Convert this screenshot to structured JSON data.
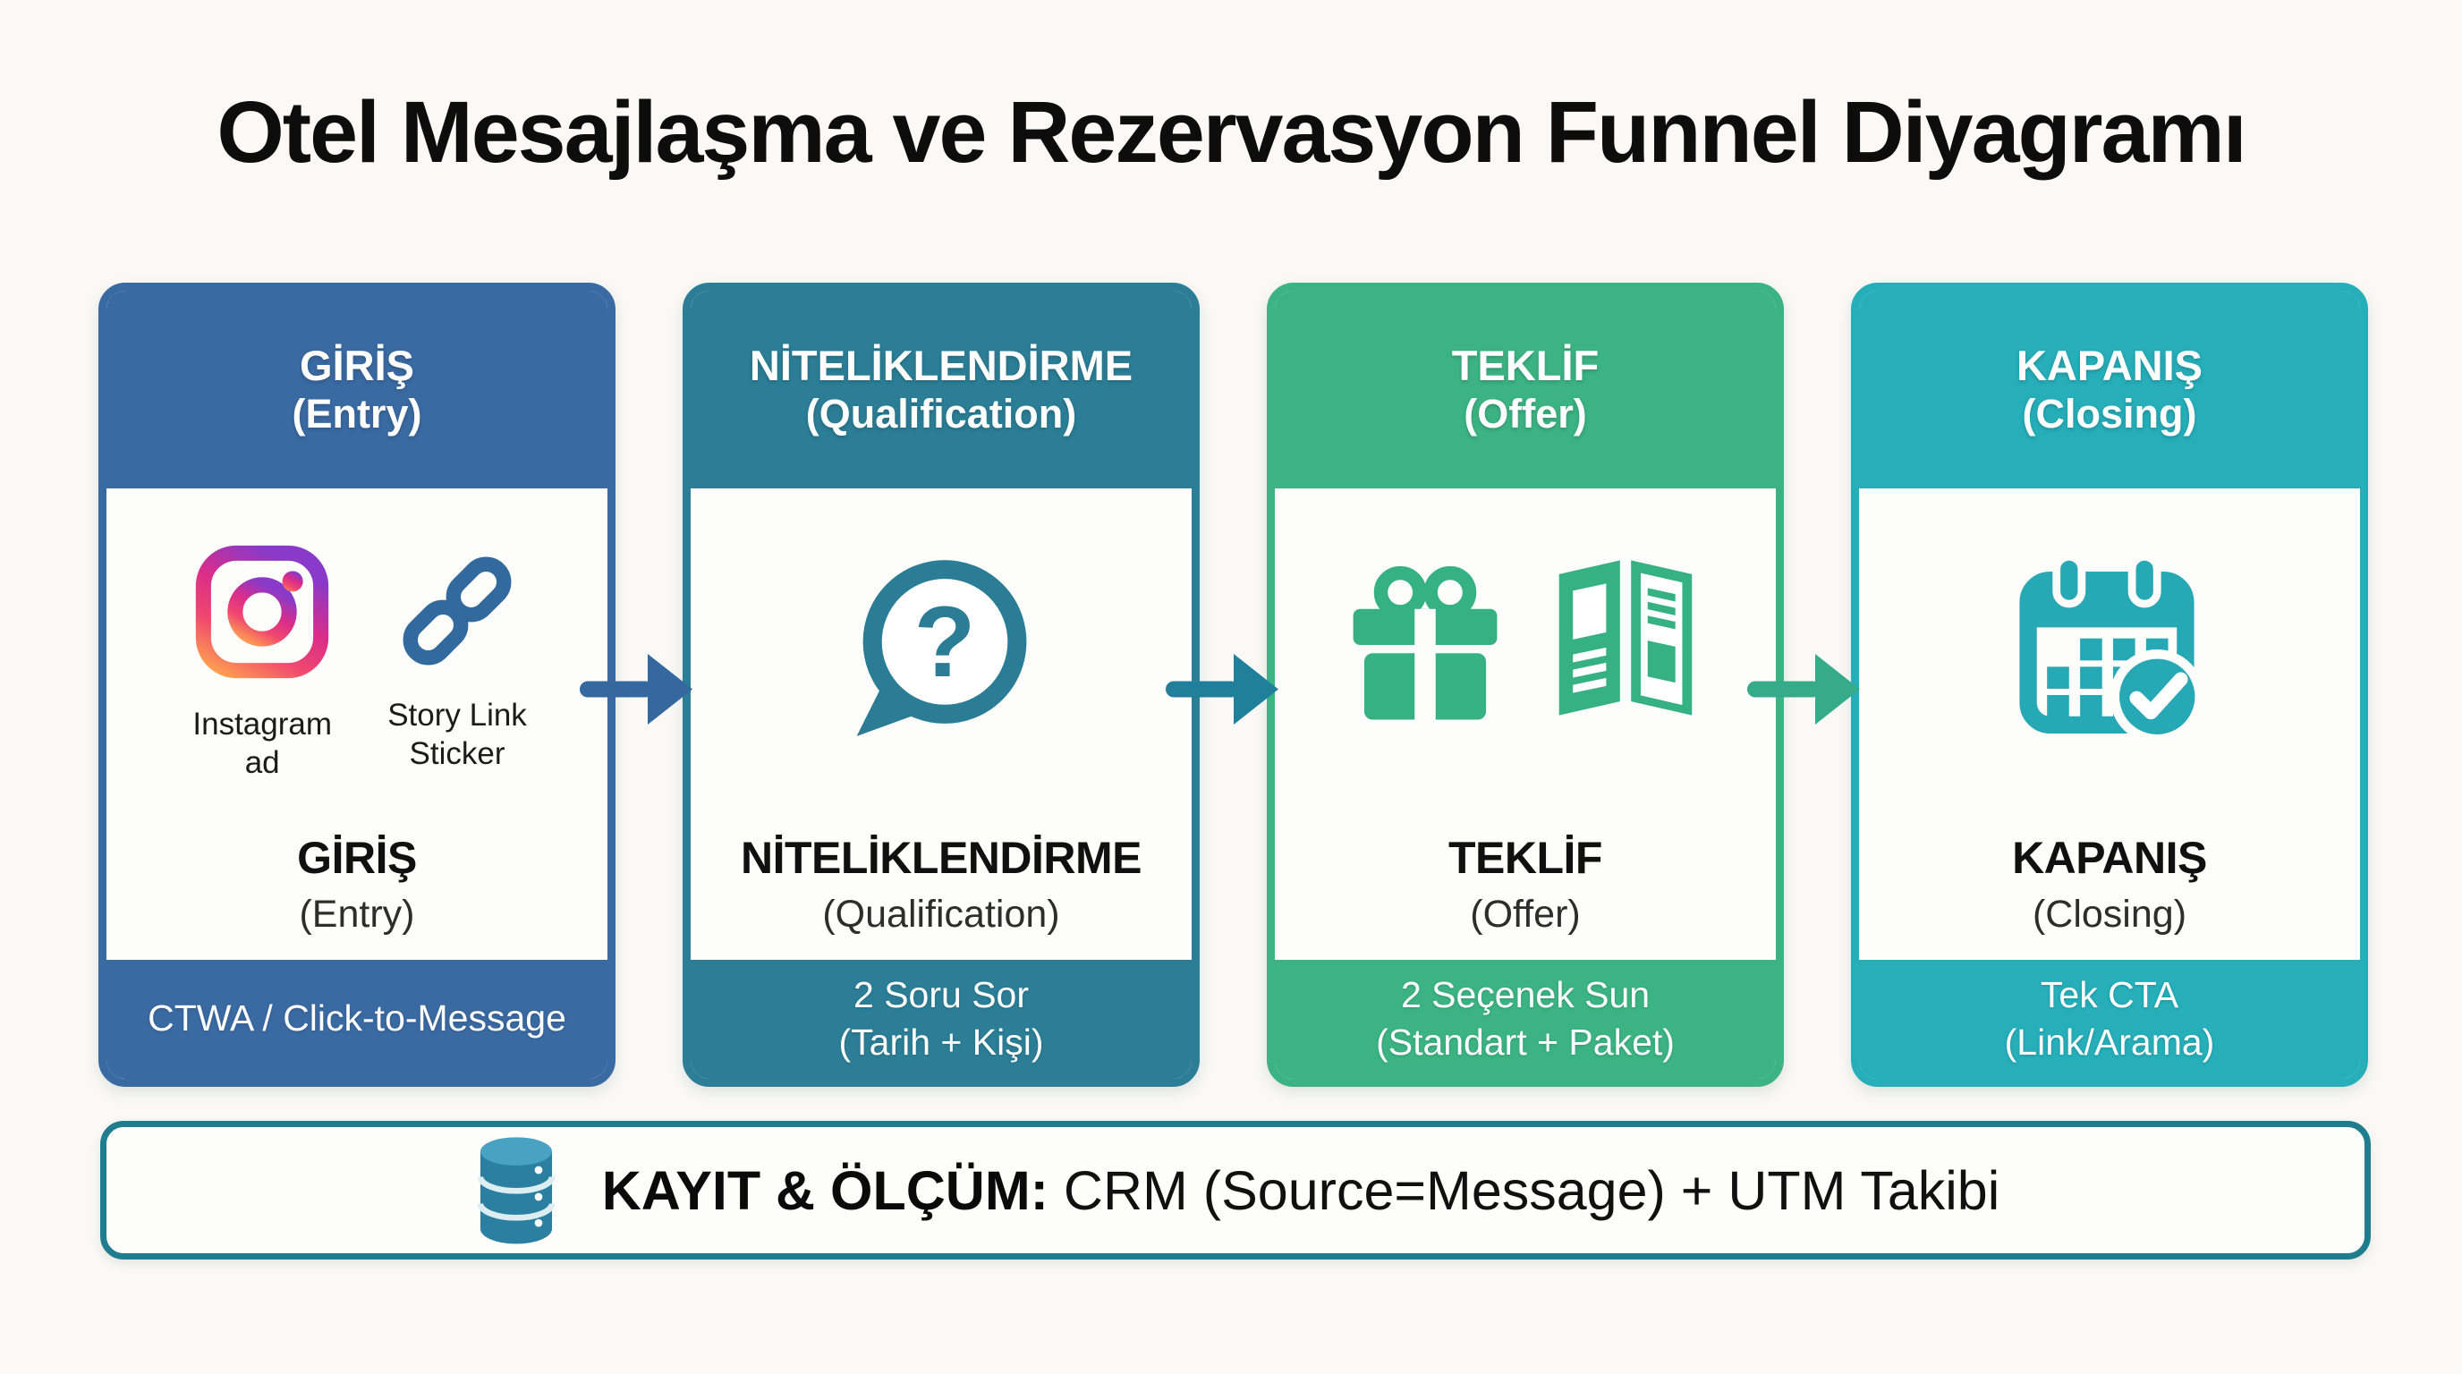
{
  "background": "#faf9f6",
  "title": "Otel Mesajlaşma ve Rezervasyon Funnel Diyagramı",
  "cards": [
    {
      "id": "entry",
      "accent": "#3a6aa2",
      "header_line1": "GİRİŞ",
      "header_line2": "(Entry)",
      "icons": [
        {
          "name": "instagram-icon",
          "caption_line1": "Instagram",
          "caption_line2": "ad"
        },
        {
          "name": "link-icon",
          "caption_line1": "Story Link",
          "caption_line2": "Sticker"
        }
      ],
      "body_line1": "GİRİŞ",
      "body_line2": "(Entry)",
      "footer_line1": "CTWA / Click-to-Message",
      "footer_line2": ""
    },
    {
      "id": "qualification",
      "accent": "#2b7e96",
      "header_line1": "NİTELİKLENDİRME",
      "header_line2": "(Qualification)",
      "icon": "question-bubble-icon",
      "body_line1": "NİTELİKLENDİRME",
      "body_line2": "(Qualification)",
      "footer_line1": "2 Soru Sor",
      "footer_line2": "(Tarih + Kişi)"
    },
    {
      "id": "offer",
      "accent": "#3cb383",
      "header_line1": "TEKLİF",
      "header_line2": "(Offer)",
      "icons": [
        {
          "name": "gift-icon"
        },
        {
          "name": "brochure-icon"
        }
      ],
      "body_line1": "TEKLİF",
      "body_line2": "(Offer)",
      "footer_line1": "2 Seçenek Sun",
      "footer_line2": "(Standart + Paket)"
    },
    {
      "id": "closing",
      "accent": "#26aeb9",
      "header_line1": "KAPANIŞ",
      "header_line2": "(Closing)",
      "icon": "calendar-check-icon",
      "body_line1": "KAPANIŞ",
      "body_line2": "(Closing)",
      "footer_line1": "Tek CTA",
      "footer_line2": "(Link/Arama)"
    }
  ],
  "arrows": [
    {
      "name": "arrow-entry-to-qualification",
      "color": "#35689e"
    },
    {
      "name": "arrow-qualification-to-offer",
      "color": "#20809c"
    },
    {
      "name": "arrow-offer-to-closing",
      "color": "#36ab89"
    }
  ],
  "summary_bar": {
    "border_color": "#207d8e",
    "icon": "database-icon",
    "label_bold": "KAYIT & ÖLÇÜM:",
    "label_rest": " CRM (Source=Message) + UTM Takibi"
  }
}
